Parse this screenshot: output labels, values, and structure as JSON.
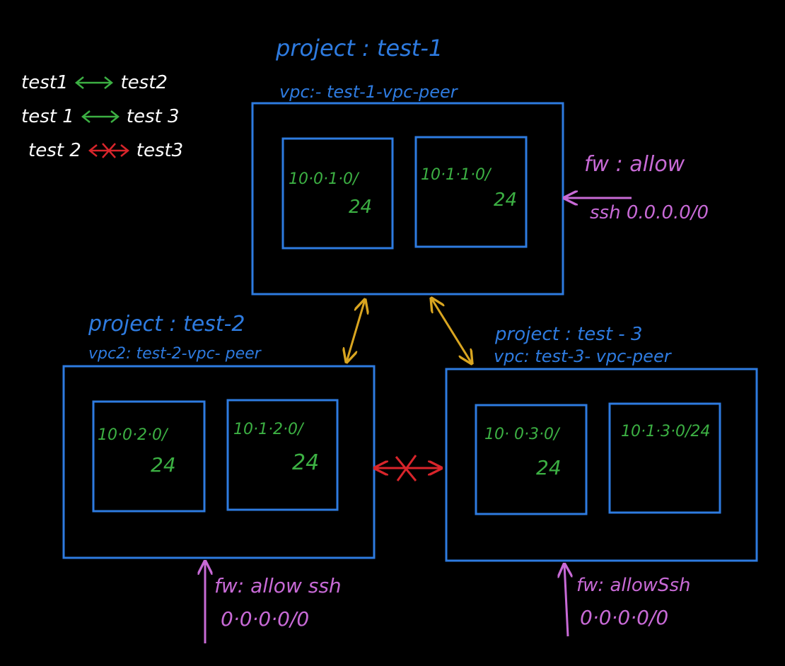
{
  "colors": {
    "background": "#000000",
    "vpc_box": "#2e7be0",
    "subnet_text": "#3cb043",
    "firewall": "#c86ad6",
    "peering_allowed": "#d9a520",
    "peering_blocked": "#d9252b",
    "legend_allowed": "#3cb043",
    "legend_text": "#ffffff"
  },
  "legend": [
    {
      "left": "test1",
      "right": "test2",
      "status": "allowed"
    },
    {
      "left": "test 1",
      "right": "test 3",
      "status": "allowed"
    },
    {
      "left": "test 2",
      "right": "test3",
      "status": "blocked"
    }
  ],
  "projects": [
    {
      "id": "test-1",
      "project_label": "project :  test-1",
      "vpc_label": "vpc:- test-1-vpc-peer",
      "subnets": [
        {
          "cidr_top": "10·0·1·0/",
          "cidr_bottom": "24"
        },
        {
          "cidr_top": "10·1·1·0/",
          "cidr_bottom": "24"
        }
      ],
      "firewall": {
        "line1": "fw : allow",
        "line2": "ssh 0.0.0.0/0"
      }
    },
    {
      "id": "test-2",
      "project_label": "project :  test-2",
      "vpc_label": "vpc2:  test-2-vpc- peer",
      "subnets": [
        {
          "cidr_top": "10·0·2·0/",
          "cidr_bottom": "24"
        },
        {
          "cidr_top": "10·1·2·0/",
          "cidr_bottom": "24"
        }
      ],
      "firewall": {
        "line1": "fw: allow ssh",
        "line2": "0·0·0·0/0"
      }
    },
    {
      "id": "test-3",
      "project_label": "project :   test - 3",
      "vpc_label": "vpc:  test-3- vpc-peer",
      "subnets": [
        {
          "cidr_top": "10· 0·3·0/",
          "cidr_bottom": "24"
        },
        {
          "cidr_top": "10·1·3·0/24",
          "cidr_bottom": ""
        }
      ],
      "firewall": {
        "line1": "fw: allowSsh",
        "line2": "0·0·0·0/0"
      }
    }
  ]
}
